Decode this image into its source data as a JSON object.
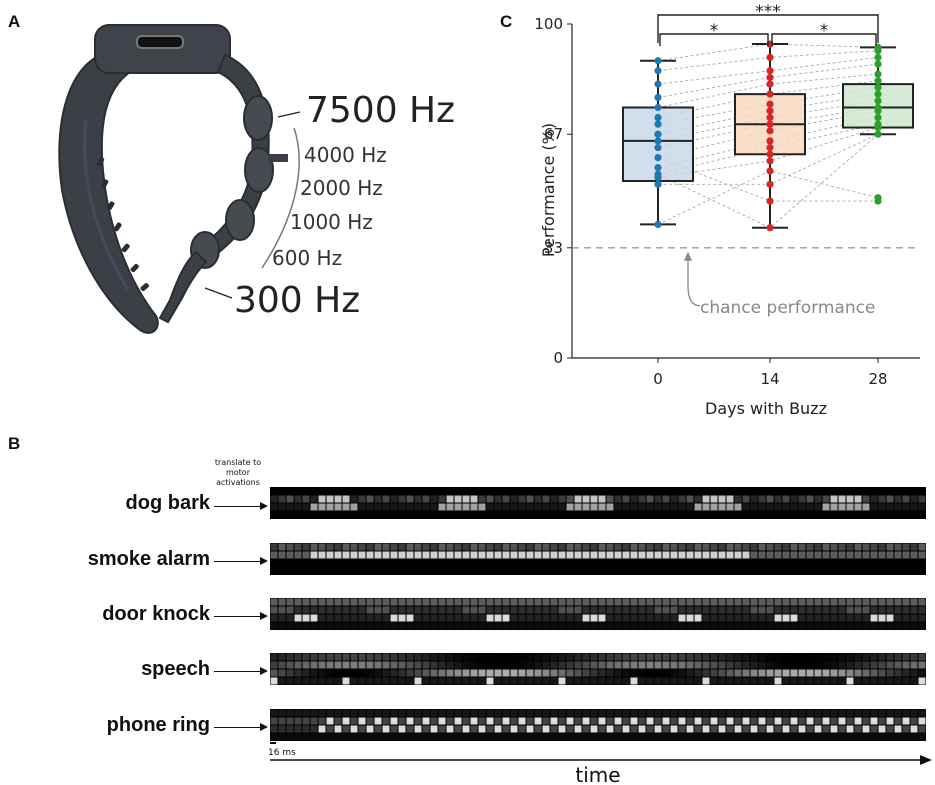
{
  "panels": {
    "a": "A",
    "b": "B",
    "c": "C"
  },
  "device": {
    "freq_high": "7500 Hz",
    "freq_low": "300 Hz",
    "freq_mid": [
      "4000 Hz",
      "2000 Hz",
      "1000 Hz",
      "600 Hz"
    ]
  },
  "chart_data": {
    "type": "box",
    "xlabel": "Days with Buzz",
    "ylabel": "Performance (%)",
    "categories": [
      "0",
      "14",
      "28"
    ],
    "yticks": [
      0,
      33,
      67,
      100
    ],
    "ylim": [
      0,
      100
    ],
    "chance_level": 33,
    "chance_label": "chance performance",
    "series": [
      {
        "category": "0",
        "color": "#1f77b4",
        "fill": "#c9d9ea",
        "q1": 53,
        "median": 65,
        "q3": 75,
        "whisker_low": 40,
        "whisker_high": 89,
        "points": [
          40,
          52,
          54,
          55,
          57,
          60,
          63,
          65,
          67,
          70,
          72,
          75,
          78,
          82,
          86,
          89
        ]
      },
      {
        "category": "14",
        "color": "#d62728",
        "fill": "#f8d9bf",
        "q1": 61,
        "median": 70,
        "q3": 79,
        "whisker_low": 39,
        "whisker_high": 94,
        "points": [
          39,
          47,
          52,
          56,
          59,
          61,
          63,
          65,
          68,
          70,
          72,
          74,
          76,
          79,
          82,
          84,
          86,
          90,
          94
        ]
      },
      {
        "category": "28",
        "color": "#2ca02c",
        "fill": "#cfe8cf",
        "q1": 69,
        "median": 75,
        "q3": 82,
        "whisker_low": 67,
        "whisker_high": 93,
        "points": [
          47,
          48,
          67,
          69,
          70,
          72,
          74,
          75,
          77,
          79,
          81,
          83,
          85,
          88,
          90,
          92,
          93
        ]
      }
    ],
    "significance": [
      {
        "from": "0",
        "to": "14",
        "label": "*"
      },
      {
        "from": "14",
        "to": "28",
        "label": "*"
      },
      {
        "from": "0",
        "to": "28",
        "label": "***"
      }
    ],
    "paired_lines": [
      [
        89,
        94,
        93
      ],
      [
        86,
        90,
        92
      ],
      [
        82,
        86,
        90
      ],
      [
        78,
        84,
        88
      ],
      [
        75,
        82,
        85
      ],
      [
        72,
        79,
        83
      ],
      [
        70,
        76,
        81
      ],
      [
        67,
        74,
        79
      ],
      [
        65,
        72,
        77
      ],
      [
        63,
        70,
        75
      ],
      [
        60,
        68,
        74
      ],
      [
        57,
        65,
        72
      ],
      [
        55,
        63,
        70
      ],
      [
        54,
        59,
        69
      ],
      [
        52,
        52,
        67
      ],
      [
        40,
        56,
        48
      ],
      [
        60,
        47,
        47
      ],
      [
        55,
        39,
        67
      ]
    ]
  },
  "activations": {
    "note": "translate to motor activations",
    "scale_label": "16 ms",
    "time_label": "time",
    "rows": [
      {
        "label": "dog bark"
      },
      {
        "label": "smoke alarm"
      },
      {
        "label": "door knock"
      },
      {
        "label": "speech"
      },
      {
        "label": "phone ring"
      }
    ]
  }
}
